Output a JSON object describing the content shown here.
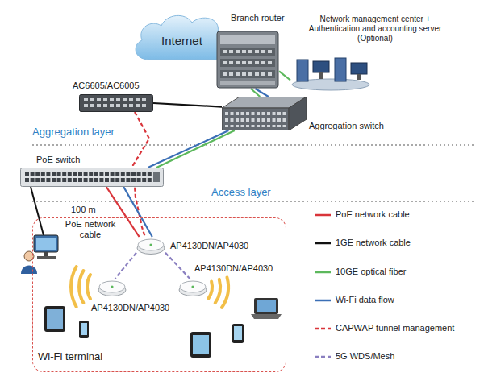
{
  "diagram": {
    "nodes": [
      {
        "text": [
          "Internet"
        ]
      },
      {
        "text": [
          "Branch router"
        ]
      },
      {
        "text": [
          "Network management center + Authentication and accounting server (Optional)"
        ]
      },
      {
        "text": [
          "AC6605/AC6005"
        ]
      },
      {
        "text": [
          "Aggregation switch"
        ]
      },
      {
        "text": [
          "PoE switch"
        ]
      },
      {
        "text": [
          "Wi-Fi terminal"
        ]
      },
      {
        "text": [
          "AP4130DN/AP4030"
        ],
        "in": 6
      },
      {
        "text": [
          "AP4130DN/AP4030"
        ],
        "in": 6
      },
      {
        "text": [
          "AP4130DN/AP4030"
        ],
        "in": 6
      }
    ],
    "edges": [
      {
        "from": 1,
        "to": 4,
        "arrow": "none"
      },
      {
        "from": 1,
        "to": 4,
        "arrow": "none"
      },
      {
        "from": 1,
        "to": 2,
        "arrow": "none"
      },
      {
        "from": 3,
        "to": 4,
        "arrow": "none"
      },
      {
        "from": 4,
        "to": 5,
        "arrow": "none"
      },
      {
        "from": 4,
        "to": 5,
        "arrow": "none"
      },
      {
        "from": 3,
        "to": 7,
        "arrow": "none"
      },
      {
        "from": 5,
        "to": 7,
        "arrow": "none"
      },
      {
        "from": 5,
        "to": 7,
        "arrow": "none"
      },
      {
        "from": 7,
        "to": 8,
        "arrow": "none"
      },
      {
        "from": 7,
        "to": 9,
        "arrow": "none"
      }
    ],
    "labels": [
      "Aggregation layer",
      "Access layer",
      "100 m",
      "PoE network cable"
    ],
    "legend": [
      {
        "text": "PoE network cable"
      },
      {
        "text": "1GE network cable"
      },
      {
        "text": "10GE optical fiber"
      },
      {
        "text": "Wi-Fi data flow"
      },
      {
        "text": "CAPWAP tunnel management"
      },
      {
        "text": "5G WDS/Mesh"
      }
    ]
  }
}
